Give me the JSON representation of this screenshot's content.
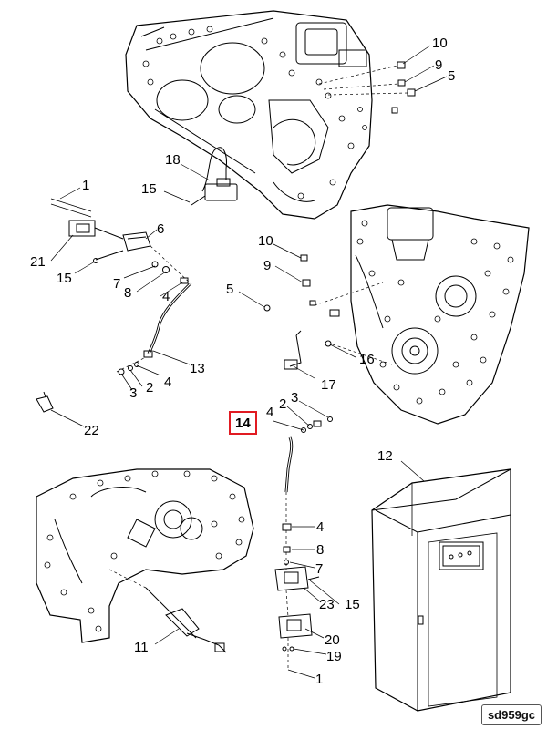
{
  "figure_code": "sd959gc",
  "highlighted_callout": "14",
  "highlight_color": "#e11b22",
  "callouts": {
    "c10a": "10",
    "c9a": "9",
    "c5a": "5",
    "c18": "18",
    "c1a": "1",
    "c15a": "15",
    "c6": "6",
    "c21": "21",
    "c15b": "15",
    "c7a": "7",
    "c8a": "8",
    "c4a": "4",
    "c10b": "10",
    "c9b": "9",
    "c5b": "5",
    "c16": "16",
    "c17": "17",
    "c13": "13",
    "c4b": "4",
    "c2a": "2",
    "c3a": "3",
    "c22": "22",
    "c14": "14",
    "c4c": "4",
    "c2b": "2",
    "c3b": "3",
    "c12": "12",
    "c4d": "4",
    "c8b": "8",
    "c7b": "7",
    "c23": "23",
    "c15c": "15",
    "c20": "20",
    "c19": "19",
    "c1b": "1",
    "c11": "11"
  }
}
